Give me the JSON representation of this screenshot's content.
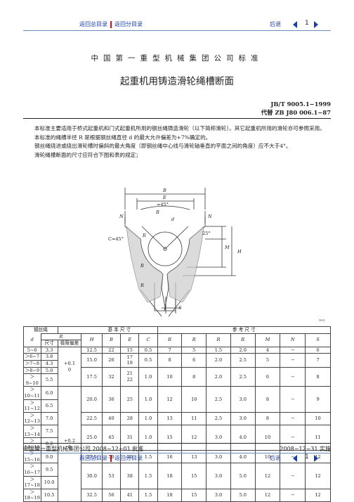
{
  "nav": {
    "main_index": "返回总目录",
    "sub_index": "返回分目录",
    "back": "后退",
    "page": "1"
  },
  "header": {
    "org": "中国第一重型机械集团公司标准",
    "title": "起重机用铸造滑轮绳槽断面",
    "code": "JB/T 9005.1−1999",
    "replaces": "代替 ZB J80 006.1−87"
  },
  "body_text": [
    "本标准主要适用于桥式起重机和门式起重机所用的钢丝绳铸造滑轮（以下简称滑轮）。其它起重机所用的滑轮亦可参照采用。",
    "本标准的绳槽半径 R 是根据钢丝绳直径 d 的最大允许偏差为+7%确定的。",
    "钢丝绳绕进或绕出滑轮槽时偏斜的最大角度（即钢丝绳中心线与滑轮轴垂直的平面之间的角度）应不大于4°。",
    "滑轮绳槽断面的尺寸应符合下图和表的规定；"
  ],
  "figure": {
    "B1": "B",
    "E": "E",
    "angle": "≈45°",
    "R1": "R",
    "R": "R",
    "d": "d",
    "R2": "R",
    "R3": "R",
    "chamfer": "C≈45°",
    "H": "H",
    "M": "M",
    "N": "N",
    "S": "S",
    "angle25": "25°",
    "tag": "mm"
  },
  "table": {
    "groups": {
      "basic": "基  本  尺  寸",
      "ref": "参  考  尺  寸"
    },
    "headers": {
      "rope": "钢丝绳",
      "d": "d",
      "R": "R",
      "size": "尺寸",
      "dev": "极限偏差",
      "H": "H",
      "B1": "B",
      "E": "E",
      "C": "C",
      "R1": "R",
      "R2": "R",
      "R3": "R",
      "R4": "R",
      "M": "M",
      "N": "N",
      "S": "S"
    },
    "d_col": [
      "5~6",
      "＞6~7",
      "＞7~8",
      "＞8~9",
      "＞9~10",
      "＞10~11",
      "＞11~12",
      "＞12~13",
      "＞13~14",
      "＞14~15",
      "＞15~16",
      "＞16~17",
      "＞17~18",
      "＞18~19"
    ],
    "r_col": [
      "3.3",
      "3.8",
      "4.3",
      "5.0",
      "5.5",
      "6.0",
      "6.5",
      "7.0",
      "7.5",
      "8.2",
      "9.0",
      "9.5",
      "10.0",
      "10.5"
    ],
    "dev1": "+0.1\n0",
    "dev2": "+0.2\n0",
    "rows": [
      [
        "12.5",
        "22",
        "15",
        "0.5",
        "7",
        "5",
        "1.5",
        "2.0",
        "4",
        "−",
        "6"
      ],
      [
        "15.0",
        "26",
        "17/18",
        "0.5",
        "8",
        "6",
        "2.0",
        "2.5",
        "5",
        "−",
        "7"
      ],
      [
        "17.5",
        "32",
        "21/22",
        "1.0",
        "10",
        "8",
        "2.0",
        "2.5",
        "6",
        "−",
        "8"
      ],
      [
        "20.0",
        "36",
        "25",
        "1.0",
        "12",
        "10",
        "2.5",
        "3.0",
        "8",
        "−",
        "9"
      ],
      [
        "22.5",
        "40",
        "28",
        "1.0",
        "13",
        "11",
        "2.5",
        "3.0",
        "8",
        "−",
        "10"
      ],
      [
        "25.0",
        "45",
        "31",
        "1.0",
        "15",
        "12",
        "3.0",
        "4.0",
        "10",
        "−",
        "11"
      ],
      [
        "27.5",
        "50",
        "35",
        "1.5",
        "16",
        "13",
        "3.0",
        "4.0",
        "10",
        "−",
        "12"
      ],
      [
        "30.0",
        "53",
        "38",
        "1.5",
        "18",
        "15",
        "3.0",
        "5.0",
        "12",
        "−",
        "12"
      ],
      [
        "32.5",
        "56",
        "41",
        "1.5",
        "18",
        "15",
        "3.0",
        "5.0",
        "12",
        "−",
        "12"
      ]
    ]
  },
  "footer": {
    "approved": "中国第一重型机械集团公司 2008−12−01 批准",
    "effective": "2008−12−31 实施"
  }
}
